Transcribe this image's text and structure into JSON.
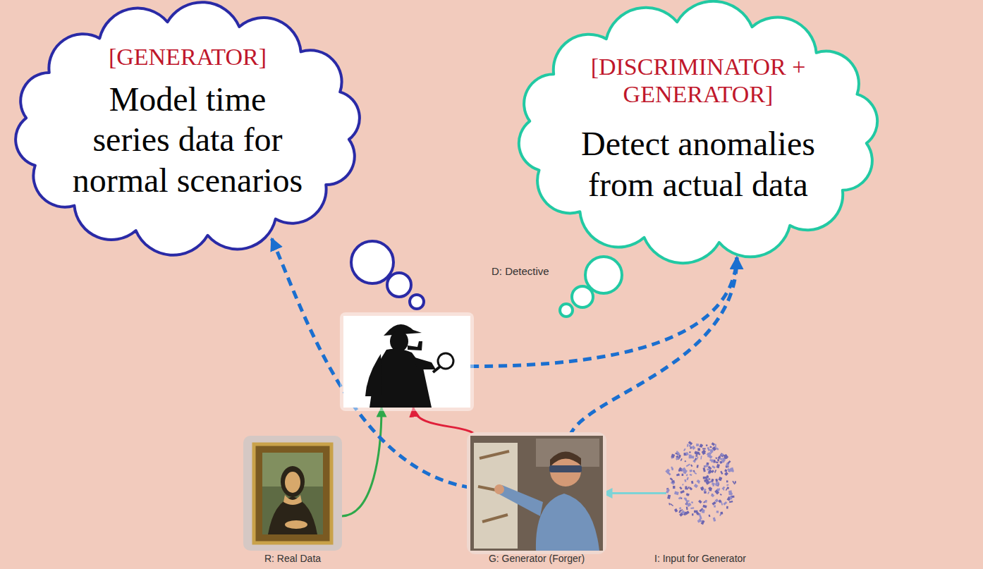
{
  "diagram": {
    "nodes": [
      {
        "text": [
          "[GENERATOR]",
          "Model time series data for normal scenarios"
        ]
      },
      {
        "text": [
          "[DISCRIMINATOR + GENERATOR]",
          "Detect anomalies from actual data"
        ]
      },
      {
        "text": [
          "D: Detective"
        ]
      },
      {
        "text": [
          "R: Real Data"
        ]
      },
      {
        "text": [
          "G: Generator (Forger)"
        ]
      },
      {
        "text": [
          "I: Input for Generator"
        ]
      }
    ],
    "edges": [
      {
        "from": 3,
        "to": 2,
        "arrow": "to"
      },
      {
        "from": 4,
        "to": 2,
        "arrow": "to"
      },
      {
        "from": 5,
        "to": 4,
        "arrow": "to"
      },
      {
        "from": 4,
        "to": 0,
        "arrow": "to"
      },
      {
        "from": 2,
        "to": 1,
        "arrow": "to"
      },
      {
        "from": 4,
        "to": 1,
        "arrow": "to"
      }
    ]
  }
}
